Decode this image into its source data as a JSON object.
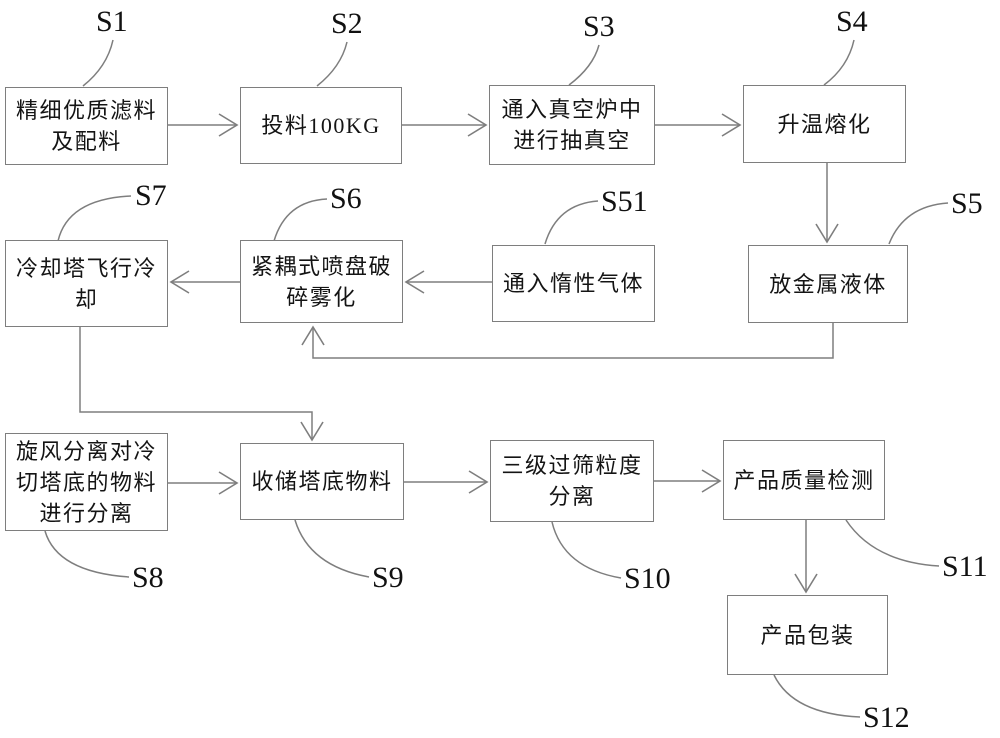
{
  "figure": {
    "type": "flowchart",
    "line_color": "#7e7e7e",
    "text_color": "#141414",
    "boxes": {
      "s1": {
        "step": "S1",
        "lines": [
          "精细优质滤料",
          "及配料"
        ]
      },
      "s2": {
        "step": "S2",
        "lines": [
          "投料100KG"
        ]
      },
      "s3": {
        "step": "S3",
        "lines": [
          "通入真空炉中",
          "进行抽真空"
        ]
      },
      "s4": {
        "step": "S4",
        "lines": [
          "升温熔化"
        ]
      },
      "s5": {
        "step": "S5",
        "lines": [
          "放金属液体"
        ]
      },
      "s51": {
        "step": "S51",
        "lines": [
          "通入惰性气体"
        ]
      },
      "s6": {
        "step": "S6",
        "lines": [
          "紧耦式喷盘破",
          "碎雾化"
        ]
      },
      "s7": {
        "step": "S7",
        "lines": [
          "冷却塔飞行冷",
          "却"
        ]
      },
      "s8": {
        "step": "S8",
        "lines": [
          "旋风分离对冷",
          "切塔底的物料",
          "进行分离"
        ]
      },
      "s9": {
        "step": "S9",
        "lines": [
          "收储塔底物料"
        ]
      },
      "s10": {
        "step": "S10",
        "lines": [
          "三级过筛粒度",
          "分离"
        ]
      },
      "s11": {
        "step": "S11",
        "lines": [
          "产品质量检测"
        ]
      },
      "s12": {
        "step": "S12",
        "lines": [
          "产品包装"
        ]
      }
    },
    "labels": {
      "s1": "S1",
      "s2": "S2",
      "s3": "S3",
      "s4": "S4",
      "s5": "S5",
      "s51": "S51",
      "s6": "S6",
      "s7": "S7",
      "s8": "S8",
      "s9": "S9",
      "s10": "S10",
      "s11": "S11",
      "s12": "S12"
    },
    "edges": [
      {
        "from": "s1",
        "to": "s2"
      },
      {
        "from": "s2",
        "to": "s3"
      },
      {
        "from": "s3",
        "to": "s4"
      },
      {
        "from": "s4",
        "to": "s5"
      },
      {
        "from": "s5",
        "to": "s6"
      },
      {
        "from": "s51",
        "to": "s6"
      },
      {
        "from": "s6",
        "to": "s7"
      },
      {
        "from": "s7",
        "to": "s9"
      },
      {
        "from": "s8",
        "to": "s9"
      },
      {
        "from": "s9",
        "to": "s10"
      },
      {
        "from": "s10",
        "to": "s11"
      },
      {
        "from": "s11",
        "to": "s12"
      }
    ]
  }
}
